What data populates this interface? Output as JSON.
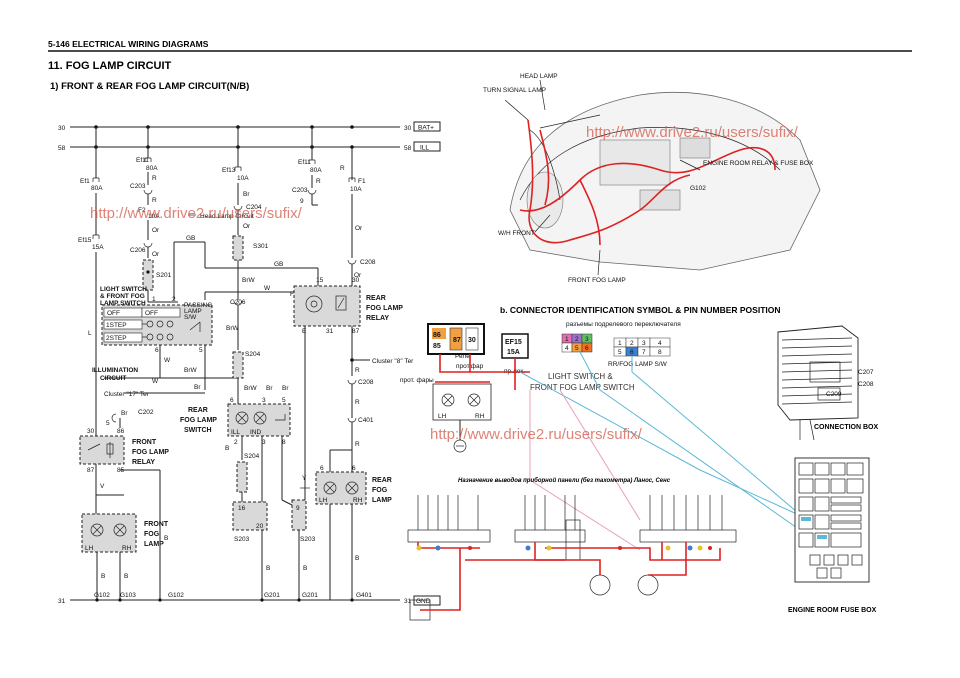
{
  "header": {
    "page_ref": "5-146  ELECTRICAL WIRING DIAGRAMS",
    "section_title": "11. FOG LAMP CIRCUIT",
    "subtitle": "1)  FRONT & REAR FOG LAMP CIRCUIT(N/B)"
  },
  "watermark": "http://www.drive2.ru/users/sufix/",
  "rails": {
    "bat_num": "30",
    "bat_label": "BAT+",
    "ill_num": "58",
    "ill_label": "ILL",
    "gnd_num": "31",
    "gnd_label": "GND"
  },
  "fuses": {
    "ef1": [
      "Ef1",
      "80A"
    ],
    "ef15": [
      "Ef15",
      "15A"
    ],
    "ef11": [
      "Ef11",
      "80A"
    ],
    "f2": [
      "F2",
      "10A"
    ],
    "ef13": [
      "Ef13",
      "10A"
    ],
    "ef11b": [
      "Ef11",
      "80A"
    ],
    "f1": [
      "F1",
      "10A"
    ]
  },
  "connectors": {
    "c203a": "C203",
    "c206a": "C206",
    "c204": "C204",
    "c206b": "C206",
    "c203b": "C203",
    "c208a": "C208",
    "c208b": "C208",
    "c401": "C401",
    "c202": "C202",
    "s201": "S201",
    "s301": "S301",
    "s204a": "S204",
    "s204b": "S204",
    "s203a": "S203",
    "s203b": "S203"
  },
  "wire_colors": {
    "r": "R",
    "or": "Or",
    "br": "Br",
    "gb": "GB",
    "brw": "BrW",
    "w": "W",
    "f": "F",
    "e": "E",
    "v": "V",
    "b": "B",
    "l": "L",
    "y": "Y"
  },
  "labels": {
    "head_lamp_circuit": "Head Lamp Circuit",
    "light_switch": "LIGHT SWITCH & FRONT FOG LAMP SWITCH",
    "passing_lamp_sw": "PASSING LAMP S/W",
    "off1": "OFF",
    "off2": "OFF",
    "step1": "1STEP",
    "step2": "2STEP",
    "illum_circuit": "ILLUMINATION CIRCUIT",
    "cluster17": "Cluster \"17\" Ter",
    "cluster8": "Cluster \"8\" Ter",
    "rear_fog_relay": "REAR FOG LAMP RELAY",
    "rear_fog_switch": "REAR FOG LAMP SWITCH",
    "front_fog_relay": "FRONT FOG LAMP RELAY",
    "front_fog_lamp": "FRONT FOG LAMP",
    "rear_fog_lamp": "REAR FOG LAMP",
    "lh": "LH",
    "rh": "RH",
    "ill": "ILL",
    "ind": "IND",
    "grounds": [
      "G102",
      "G103",
      "G102",
      "G201",
      "G201",
      "G401"
    ]
  },
  "car_diagram": {
    "head_lamp": "HEAD LAMP",
    "turn_signal": "TURN SIGNAL LAMP",
    "engine_room": "ENGINE ROOM RELAY & FUSE BOX",
    "g102": "G102",
    "wh_front": "W/H FRONT",
    "front_fog": "FRONT FOG LAMP"
  },
  "connector_id": {
    "title": "b. CONNECTOR IDENTIFICATION SYMBOL & PIN NUMBER POSITION",
    "ru_connector_sizes": "разъемы подрелевого переключателя",
    "relay_pins": [
      "86",
      "87",
      "30",
      "85"
    ],
    "ef15_label": "EF15 15A",
    "rele": "Реле",
    "prot_far_a": "прот.фар",
    "prot_far_b": "прот. фары",
    "pr_lok": "пр.лок.",
    "light_switch2": "LIGHT SWITCH &",
    "front_fog_sw": "FRONT FOG LAMP SWITCH",
    "rr_fog_sw": "RR/FOG LAMP S/W",
    "sw_pins_a": [
      "1",
      "2",
      "3",
      "4",
      "5",
      "6"
    ],
    "sw_pins_b": [
      "1",
      "2",
      "3",
      "4",
      "5",
      "6",
      "7",
      "8"
    ],
    "connection_box": "CONNECTION BOX",
    "engine_room_fuse_box": "ENGINE ROOM FUSE BOX",
    "c207": "C207",
    "c208": "C208",
    "c209": "C209",
    "panel_title": "Назначение выводов приборной панели (без тахометра) Ланос, Сенс"
  },
  "colors": {
    "watermark": "#d25a4a",
    "harness": "#cc2222",
    "pin_orange": "#f0a040",
    "pin_blue": "#3a7fd0",
    "pin_pink": "#e070b0",
    "pin_purple": "#a070d0"
  }
}
